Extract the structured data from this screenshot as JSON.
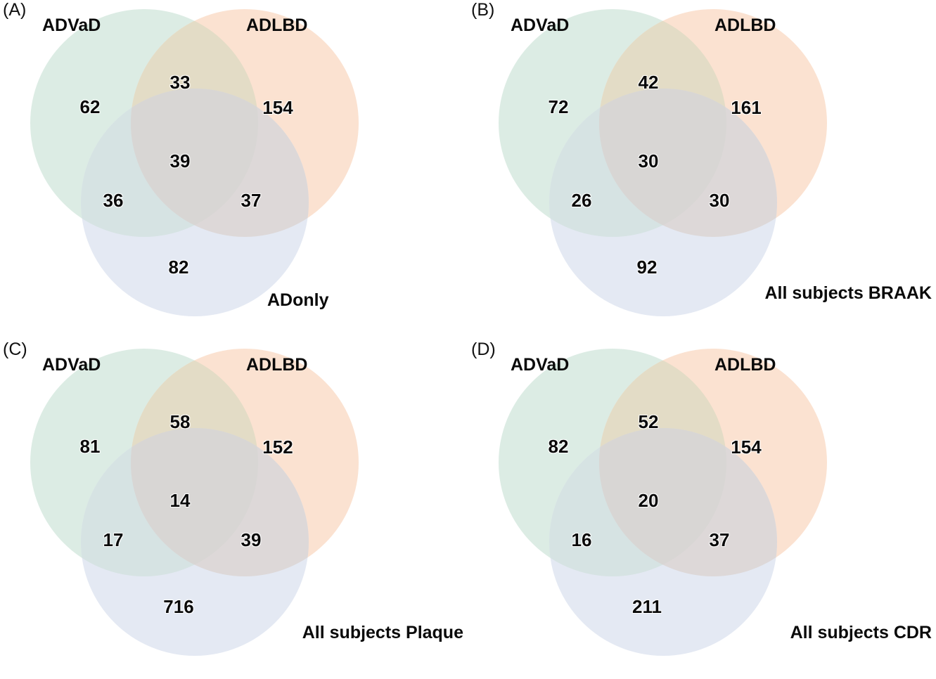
{
  "figure": {
    "type": "venn-diagram-grid",
    "panel_count": 4,
    "colors": {
      "set_a_fill": "#dcece4",
      "set_b_fill": "#fbe2d1",
      "set_c_fill": "#e4e9f3",
      "overlap_ab": "#e3dcc6",
      "overlap_ac": "#d6e3e3",
      "overlap_bc": "#ddd8d8",
      "overlap_abc": "#d8d6d4",
      "text": "#0a0a0a",
      "background": "#ffffff"
    }
  },
  "panels": [
    {
      "tag": "(A)",
      "set_labels": {
        "left": "ADVaD",
        "right": "ADLBD",
        "bottom": "ADonly"
      },
      "bottom_label_wide": false,
      "counts": {
        "a_only": "62",
        "b_only": "154",
        "c_only": "82",
        "ab": "33",
        "ac": "36",
        "bc": "37",
        "abc": "39"
      }
    },
    {
      "tag": "(B)",
      "set_labels": {
        "left": "ADVaD",
        "right": "ADLBD",
        "bottom": "All subjects BRAAK"
      },
      "bottom_label_wide": true,
      "counts": {
        "a_only": "72",
        "b_only": "161",
        "c_only": "92",
        "ab": "42",
        "ac": "26",
        "bc": "30",
        "abc": "30"
      }
    },
    {
      "tag": "(C)",
      "set_labels": {
        "left": "ADVaD",
        "right": "ADLBD",
        "bottom": "All subjects Plaque"
      },
      "bottom_label_wide": true,
      "counts": {
        "a_only": "81",
        "b_only": "152",
        "c_only": "716",
        "ab": "58",
        "ac": "17",
        "bc": "39",
        "abc": "14"
      }
    },
    {
      "tag": "(D)",
      "set_labels": {
        "left": "ADVaD",
        "right": "ADLBD",
        "bottom": "All subjects CDR"
      },
      "bottom_label_wide": true,
      "counts": {
        "a_only": "82",
        "b_only": "154",
        "c_only": "211",
        "ab": "52",
        "ac": "16",
        "bc": "37",
        "abc": "20"
      }
    }
  ],
  "chart_data": {
    "type": "venn",
    "title": "",
    "sets": [
      "ADVaD",
      "ADLBD",
      "ADonly / All subjects"
    ],
    "panels": [
      {
        "label": "(A)",
        "group": "ADonly",
        "regions": {
          "ADVaD only": 62,
          "ADLBD only": 154,
          "third only": 82,
          "ADVaD & ADLBD": 33,
          "ADVaD & third": 36,
          "ADLBD & third": 37,
          "all three": 39
        }
      },
      {
        "label": "(B)",
        "group": "All subjects BRAAK",
        "regions": {
          "ADVaD only": 72,
          "ADLBD only": 161,
          "third only": 92,
          "ADVaD & ADLBD": 42,
          "ADVaD & third": 26,
          "ADLBD & third": 30,
          "all three": 30
        }
      },
      {
        "label": "(C)",
        "group": "All subjects Plaque",
        "regions": {
          "ADVaD only": 81,
          "ADLBD only": 152,
          "third only": 716,
          "ADVaD & ADLBD": 58,
          "ADVaD & third": 17,
          "ADLBD & third": 39,
          "all three": 14
        }
      },
      {
        "label": "(D)",
        "group": "All subjects CDR",
        "regions": {
          "ADVaD only": 82,
          "ADLBD only": 154,
          "third only": 211,
          "ADVaD & ADLBD": 52,
          "ADVaD & third": 16,
          "ADLBD & third": 37,
          "all three": 20
        }
      }
    ]
  }
}
